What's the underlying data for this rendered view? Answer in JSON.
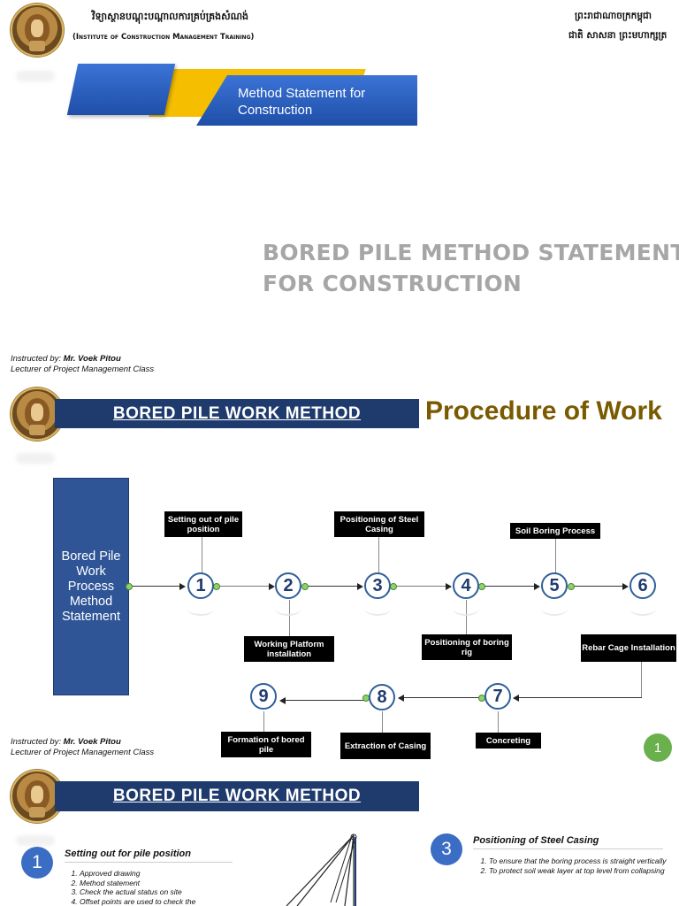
{
  "slide1": {
    "institute_kh": "វិទ្យាស្ថានបណ្តុះបណ្តាលការគ្រប់គ្រងសំណង់",
    "institute_en": "(Institute of Construction Management Training)",
    "kingdom_line1": "ព្រះរាជាណាចក្រកម្ពុជា",
    "kingdom_line2": "ជាតិ សាសនា ព្រះមហាក្សត្រ",
    "banner_title": "Method Statement for Construction",
    "main_title_line1": "BORED PILE METHOD STATEMENT",
    "main_title_line2": "FOR CONSTRUCTION",
    "instructor_label": "Instructed by:",
    "instructor_name": "Mr. Voek Pitou",
    "instructor_role": "Lecturer of Project Management Class",
    "colors": {
      "banner_blue": "#2a5cb8",
      "banner_yellow": "#f5bf00",
      "title_gray": "#a6a6a6"
    }
  },
  "slide2": {
    "bar_title": "BORED PILE WORK METHOD",
    "heading": "Procedure of Work",
    "side_box": "Bored Pile Work Process Method Statement",
    "steps": [
      {
        "num": "1",
        "label": "Setting out of pile position"
      },
      {
        "num": "2",
        "label": "Working Platform installation"
      },
      {
        "num": "3",
        "label": "Positioning of Steel Casing"
      },
      {
        "num": "4",
        "label": "Positioning of boring rig"
      },
      {
        "num": "5",
        "label": "Soil Boring Process"
      },
      {
        "num": "6",
        "label": "Rebar Cage Installation"
      },
      {
        "num": "7",
        "label": "Concreting"
      },
      {
        "num": "8",
        "label": "Extraction of Casing"
      },
      {
        "num": "9",
        "label": "Formation of bored pile"
      }
    ],
    "page_badge": "1",
    "instructor_label": "Instructed by:",
    "instructor_name": "Mr. Voek Pitou",
    "instructor_role": "Lecturer of Project Management Class",
    "colors": {
      "heading": "#7a5a00",
      "bar": "#1f3b6e",
      "badge": "#6ab04c"
    }
  },
  "slide3": {
    "bar_title": "BORED PILE WORK METHOD",
    "section1": {
      "num": "1",
      "title": "Setting out for pile position",
      "items": [
        "Approved drawing",
        "Method statement",
        "Check the actual status on site",
        "Offset points are used to check the"
      ]
    },
    "section3": {
      "num": "3",
      "title": "Positioning of Steel Casing",
      "items": [
        "To ensure that the boring process is straight vertically",
        "To protect soil weak layer at top level from collapsing"
      ]
    }
  }
}
